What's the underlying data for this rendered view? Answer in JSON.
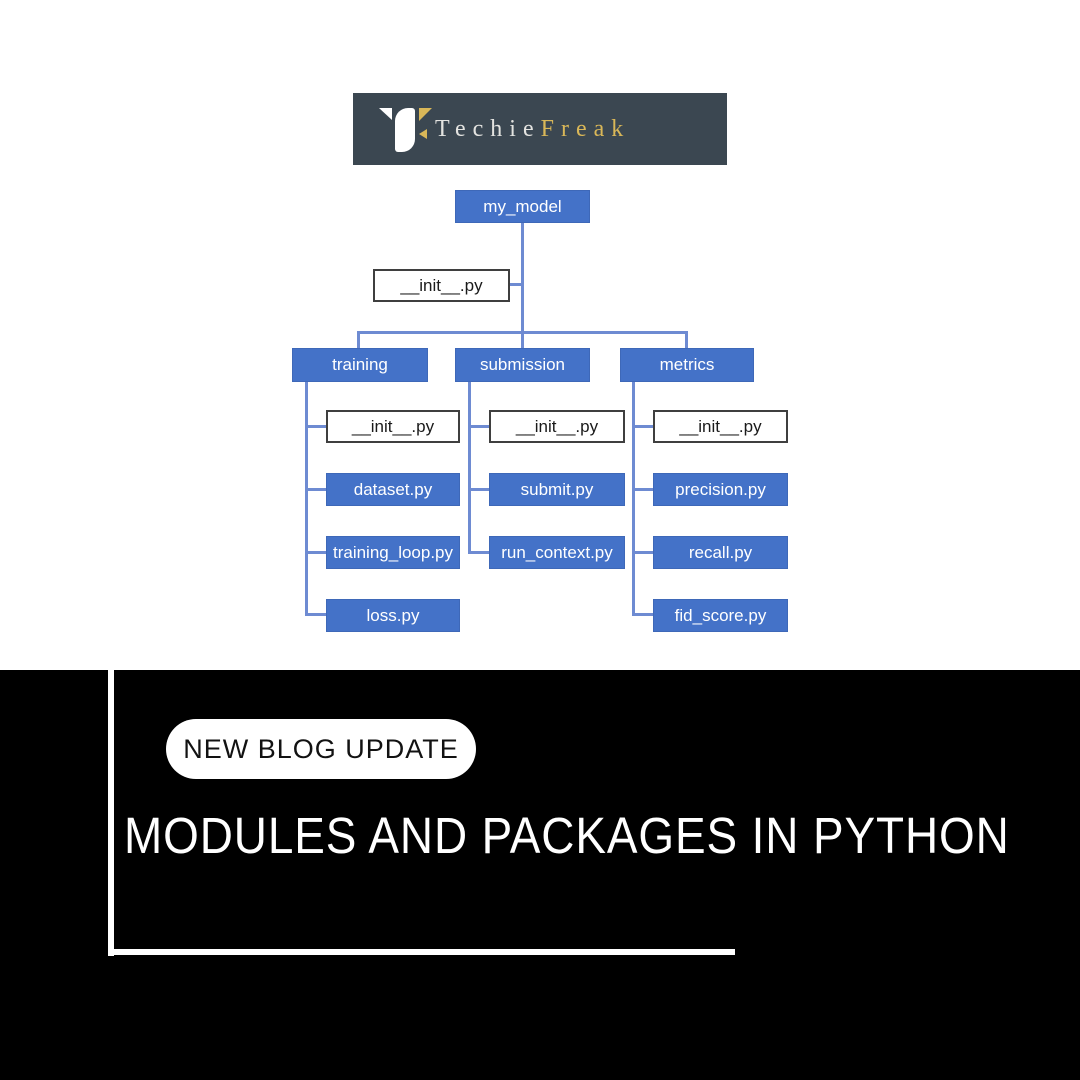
{
  "brand": {
    "name_first": "Techie",
    "name_second": "Freak"
  },
  "diagram": {
    "root": {
      "label": "my_model"
    },
    "root_init": {
      "label": "__init__.py"
    },
    "packages": [
      {
        "label": "training",
        "children": [
          {
            "label": "__init__.py",
            "kind": "init-file"
          },
          {
            "label": "dataset.py",
            "kind": "module-file"
          },
          {
            "label": "training_loop.py",
            "kind": "module-file"
          },
          {
            "label": "loss.py",
            "kind": "module-file"
          }
        ]
      },
      {
        "label": "submission",
        "children": [
          {
            "label": "__init__.py",
            "kind": "init-file"
          },
          {
            "label": "submit.py",
            "kind": "module-file"
          },
          {
            "label": "run_context.py",
            "kind": "module-file"
          }
        ]
      },
      {
        "label": "metrics",
        "children": [
          {
            "label": "__init__.py",
            "kind": "init-file"
          },
          {
            "label": "precision.py",
            "kind": "module-file"
          },
          {
            "label": "recall.py",
            "kind": "module-file"
          },
          {
            "label": "fid_score.py",
            "kind": "module-file"
          }
        ]
      }
    ]
  },
  "footer": {
    "badge": "NEW BLOG UPDATE",
    "title": "MODULES AND PACKAGES IN PYTHON"
  },
  "colors": {
    "node_blue": "#4472c8",
    "connector_blue": "#6e8bd2",
    "banner_bg": "#3b4751",
    "brand_gold": "#d9b758",
    "band_black": "#000000"
  }
}
